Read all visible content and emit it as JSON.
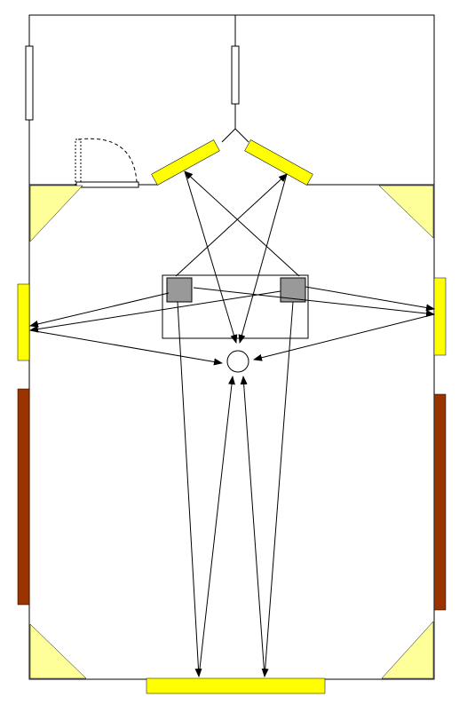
{
  "diagram": {
    "type": "room-acoustics-floor-plan",
    "colors": {
      "wall_line": "#000000",
      "background": "#ffffff",
      "absorber_panel": "#ffff00",
      "bass_trap": "#ffff99",
      "diffuser_panel": "#993300",
      "speaker": "#999999",
      "window": "#ffffff"
    },
    "elements": {
      "speakers": 2,
      "listening_position": 1,
      "speaker_stand": 1,
      "reflection_panels": 5,
      "corner_bass_traps": 4,
      "side_wall_diffusers": 2,
      "windows": 2,
      "door": 1
    },
    "icons": {
      "speaker": "square",
      "listener": "circle",
      "bass_trap": "triangle",
      "panel": "rectangle",
      "door": "door-swing-arc"
    }
  }
}
